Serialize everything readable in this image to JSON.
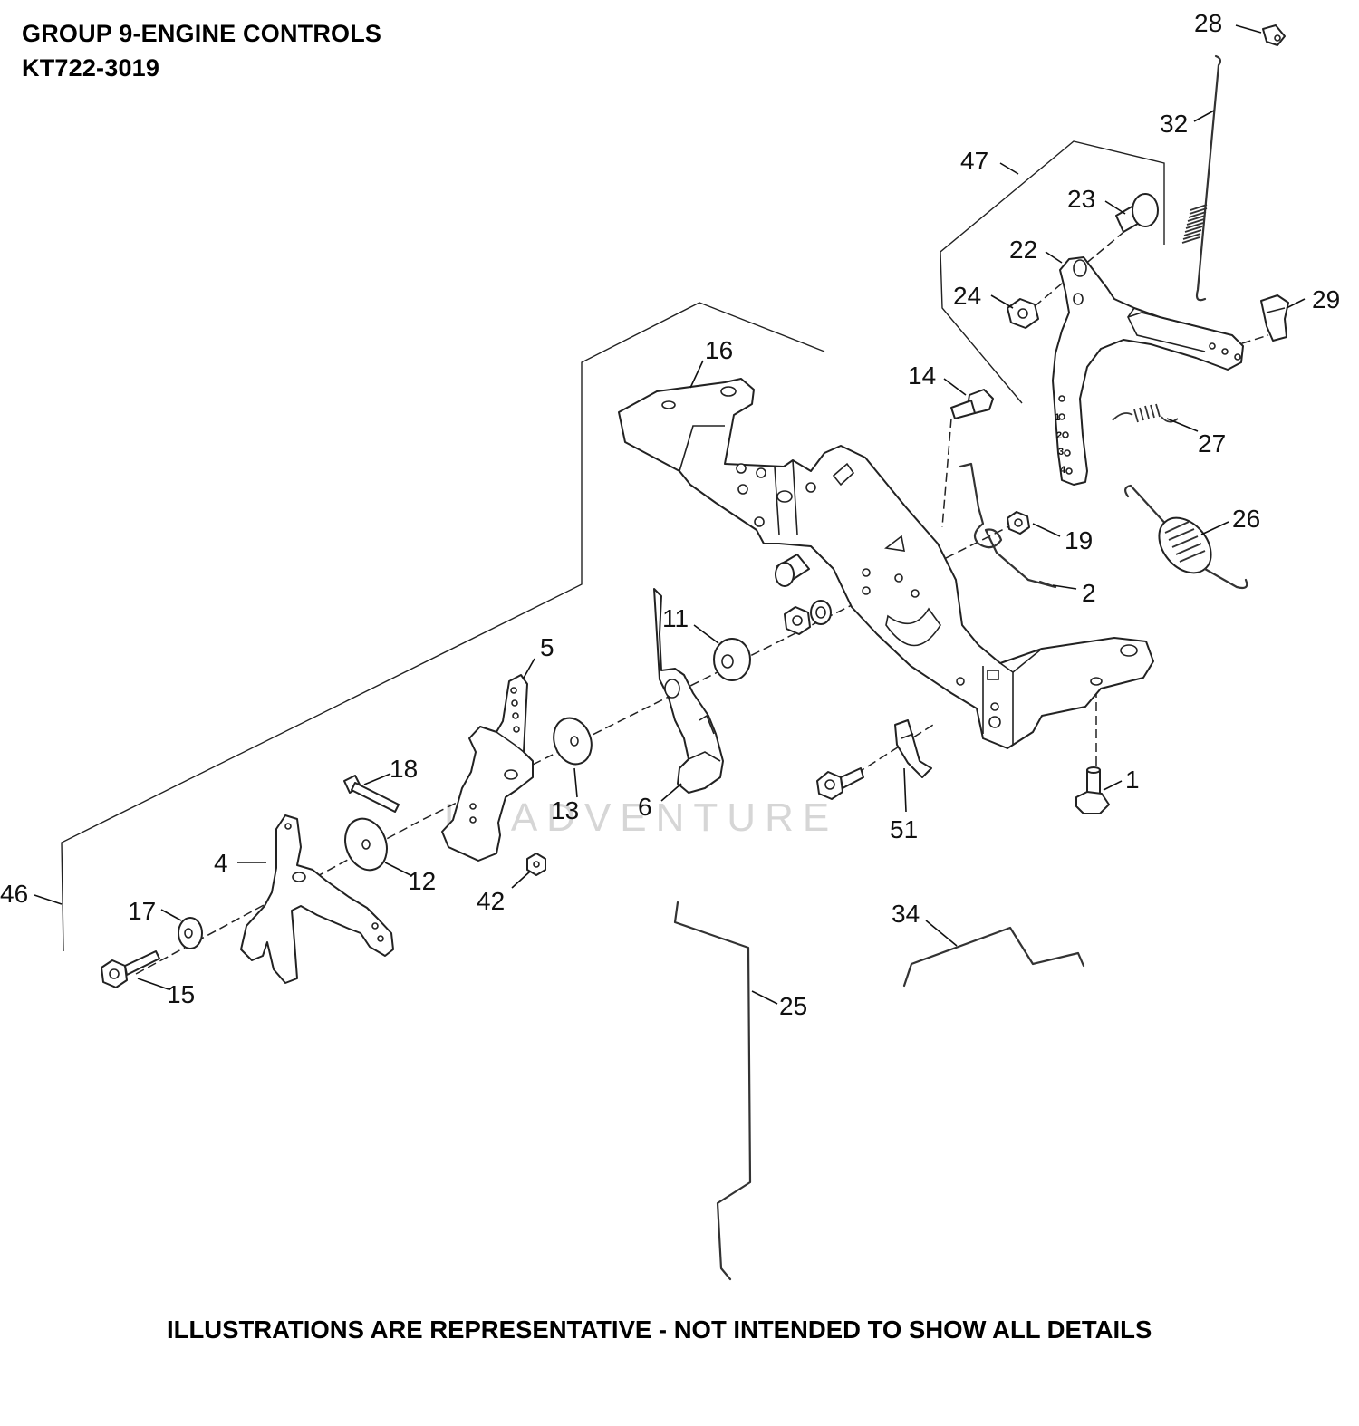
{
  "header": {
    "line1": "GROUP 9-ENGINE CONTROLS",
    "line2": "KT722-3019"
  },
  "footer": {
    "disclaimer": "ILLUSTRATIONS ARE REPRESENTATIVE - NOT INTENDED TO SHOW ALL DETAILS"
  },
  "watermark": {
    "text": "LEADVENTURE"
  },
  "callouts": {
    "c1": "1",
    "c2": "2",
    "c4": "4",
    "c5": "5",
    "c6": "6",
    "c11": "11",
    "c12": "12",
    "c13": "13",
    "c14": "14",
    "c15": "15",
    "c16": "16",
    "c17": "17",
    "c18": "18",
    "c19": "19",
    "c22": "22",
    "c23": "23",
    "c24": "24",
    "c25": "25",
    "c26": "26",
    "c27": "27",
    "c28": "28",
    "c29": "29",
    "c32": "32",
    "c34": "34",
    "c42": "42",
    "c46": "46",
    "c47": "47",
    "c51": "51"
  },
  "lever_scale": [
    "1",
    "2",
    "3",
    "4"
  ]
}
